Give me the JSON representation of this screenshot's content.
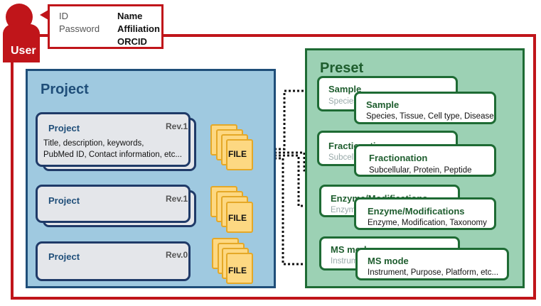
{
  "user": {
    "label": "User",
    "credentials": {
      "left_fields": [
        "ID",
        "Password"
      ],
      "right_fields": [
        "Name",
        "Affiliation",
        "ORCID"
      ]
    }
  },
  "project_panel": {
    "title": "Project",
    "projects": [
      {
        "name": "Project",
        "revision": "Rev.1",
        "description_lines": [
          "Title, description, keywords,",
          "PubMed ID, Contact information, etc..."
        ],
        "file_label": "FILE"
      },
      {
        "name": "Project",
        "revision": "Rev.1",
        "description_lines": [],
        "file_label": "FILE"
      },
      {
        "name": "Project",
        "revision": "Rev.0",
        "description_lines": [],
        "file_label": "FILE"
      }
    ]
  },
  "preset_panel": {
    "title": "Preset",
    "presets": [
      {
        "name": "Sample",
        "description": "Species, Tissue, Cell type, Disease",
        "back_name": "Sample",
        "back_description": "Species, Tissue, Cell type, Disease"
      },
      {
        "name": "Fractionation",
        "description": "Subcellular, Protein, Peptide",
        "back_name": "Fractionation",
        "back_description": "Subcellular, Protein, Peptide"
      },
      {
        "name": "Enzyme/Modifications",
        "description": "Enzyme, Modification, Taxonomy",
        "back_name": "Enzyme/Modifications",
        "back_description": "Enzyme, Modification, Taxonomy"
      },
      {
        "name": "MS mode",
        "description": "Instrument, Purpose, Platform, etc...",
        "back_name": "MS mode",
        "back_description": "Instrument, Purpose, Platform, etc..."
      }
    ]
  },
  "colors": {
    "user_red": "#c0151a",
    "project_blue": "#1f4e79",
    "project_fill": "#9fc9e0",
    "preset_green": "#1e6b34",
    "preset_fill": "#9cd1b4",
    "file_yellow": "#fdd882"
  }
}
